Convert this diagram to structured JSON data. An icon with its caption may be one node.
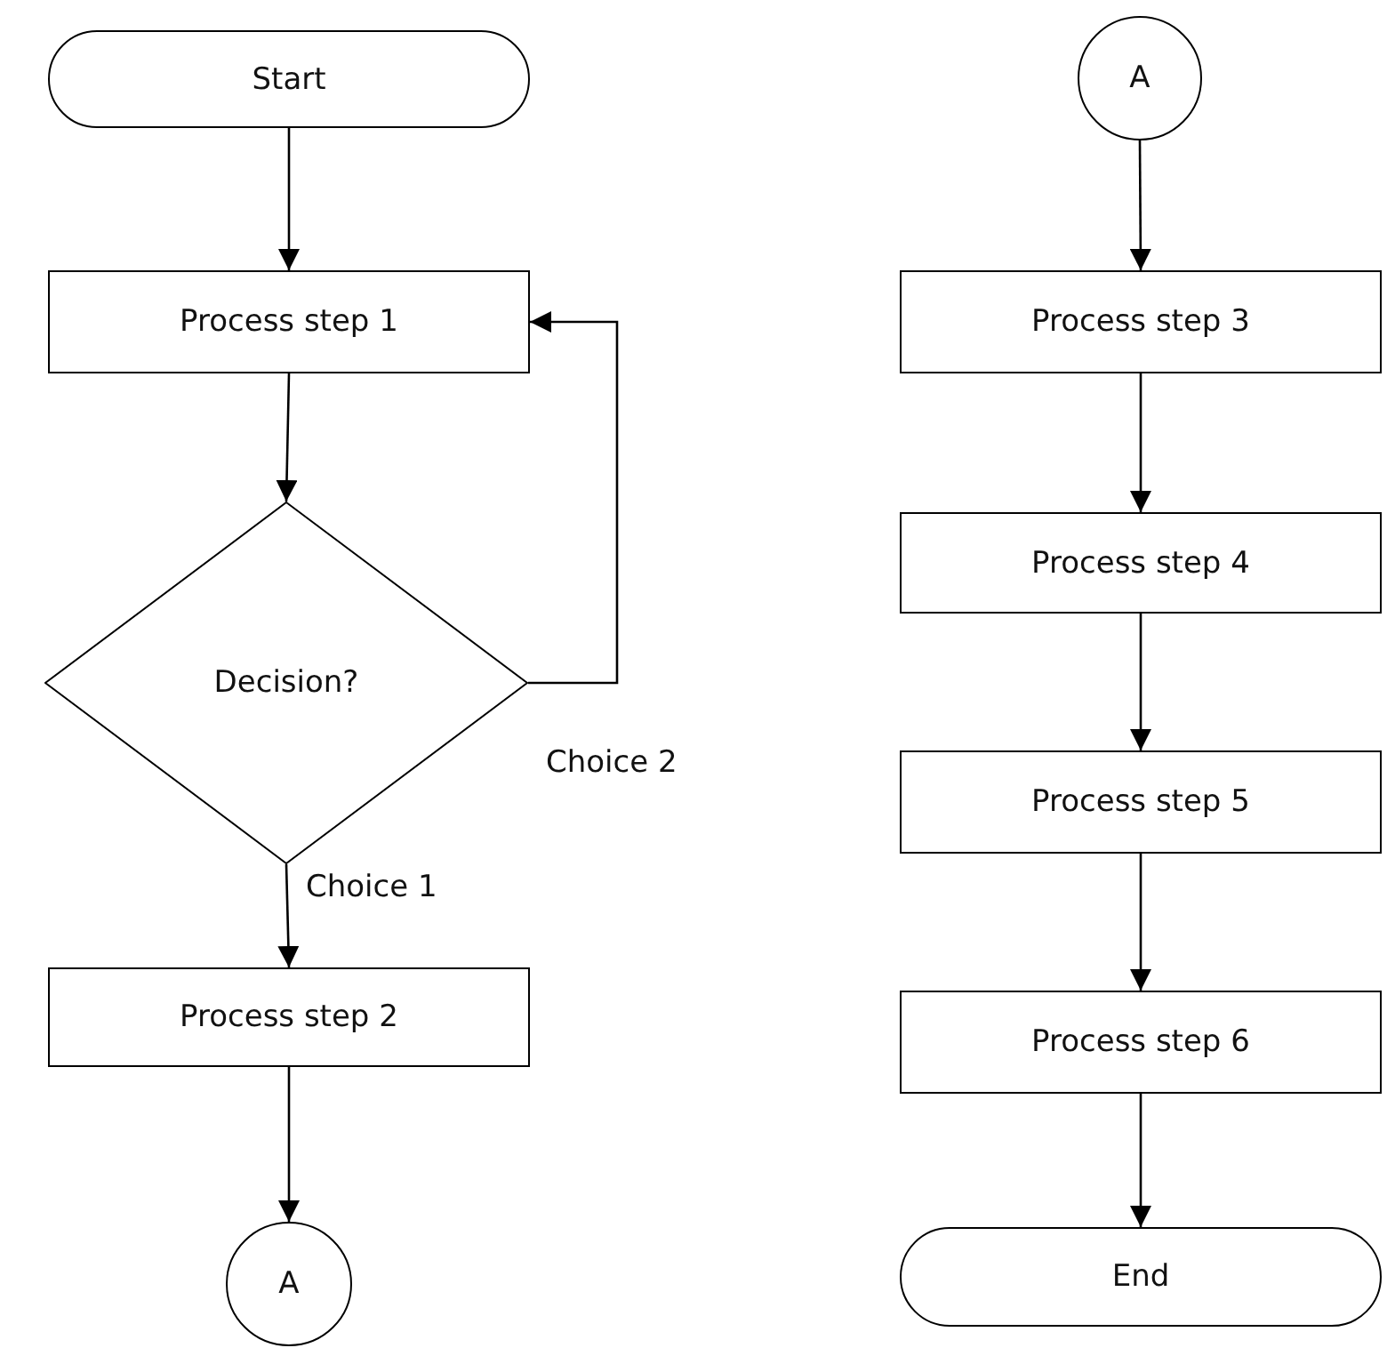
{
  "diagram": {
    "nodes": [
      {
        "text": [
          "Start"
        ]
      },
      {
        "text": [
          "Process step 1"
        ]
      },
      {
        "text": [
          "Decision?"
        ]
      },
      {
        "text": [
          "Process step 2"
        ]
      },
      {
        "text": [
          "A"
        ]
      },
      {
        "text": [
          "A"
        ]
      },
      {
        "text": [
          "Process step 3"
        ]
      },
      {
        "text": [
          "Process step 4"
        ]
      },
      {
        "text": [
          "Process step 5"
        ]
      },
      {
        "text": [
          "Process step 6"
        ]
      },
      {
        "text": [
          "End"
        ]
      }
    ],
    "edges": [
      {
        "from": 0,
        "to": 1,
        "arrow": "to"
      },
      {
        "from": 1,
        "to": 2,
        "arrow": "to"
      },
      {
        "from": 2,
        "to": 1,
        "arrow": "to",
        "label": "Choice 2"
      },
      {
        "from": 2,
        "to": 3,
        "arrow": "to",
        "label": "Choice 1"
      },
      {
        "from": 3,
        "to": 4,
        "arrow": "to"
      },
      {
        "from": 5,
        "to": 6,
        "arrow": "to"
      },
      {
        "from": 6,
        "to": 7,
        "arrow": "to"
      },
      {
        "from": 7,
        "to": 8,
        "arrow": "to"
      },
      {
        "from": 8,
        "to": 9,
        "arrow": "to"
      },
      {
        "from": 9,
        "to": 10,
        "arrow": "to"
      }
    ]
  }
}
